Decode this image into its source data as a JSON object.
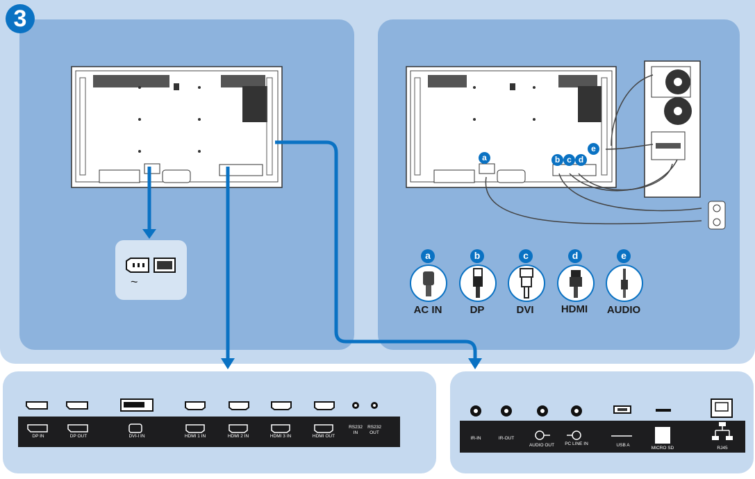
{
  "step": {
    "number": "3"
  },
  "callout": {
    "ac_symbol": "~"
  },
  "cables": [
    {
      "letter": "a",
      "name": "AC IN"
    },
    {
      "letter": "b",
      "name": "DP"
    },
    {
      "letter": "c",
      "name": "DVI"
    },
    {
      "letter": "d",
      "name": "HDMI"
    },
    {
      "letter": "e",
      "name": "AUDIO"
    }
  ],
  "monitor_markers": [
    "a",
    "b",
    "c",
    "d",
    "e"
  ],
  "left_ports": [
    {
      "label": "DP IN",
      "icon": "displayport-icon"
    },
    {
      "label": "DP OUT",
      "icon": "displayport-icon"
    },
    {
      "label": "DVI-I IN",
      "icon": "dvi-icon"
    },
    {
      "label": "HDMI 1 IN",
      "icon": "hdmi-icon"
    },
    {
      "label": "HDMI 2 IN",
      "icon": "hdmi-icon"
    },
    {
      "label": "HDMI 3 IN",
      "icon": "hdmi-icon"
    },
    {
      "label": "HDMI OUT",
      "icon": "hdmi-icon"
    },
    {
      "label": "RS232\nIN",
      "icon": "jack-icon"
    },
    {
      "label": "RS232\nOUT",
      "icon": "jack-icon"
    }
  ],
  "right_ports": [
    {
      "label": "IR-IN",
      "icon": "jack-icon"
    },
    {
      "label": "IR-OUT",
      "icon": "jack-icon"
    },
    {
      "label": "AUDIO OUT",
      "icon": "audio-out-icon"
    },
    {
      "label": "PC LINE IN",
      "icon": "line-in-icon"
    },
    {
      "label": "USB A",
      "icon": "usb-icon"
    },
    {
      "label": "MICRO SD",
      "icon": "sd-card-icon"
    },
    {
      "label": "RJ45",
      "icon": "network-icon"
    }
  ],
  "colors": {
    "accent": "#0a72c3",
    "panel": "#8db3dd",
    "background": "#c5d9ef",
    "port_bar": "#1d1d1f"
  }
}
